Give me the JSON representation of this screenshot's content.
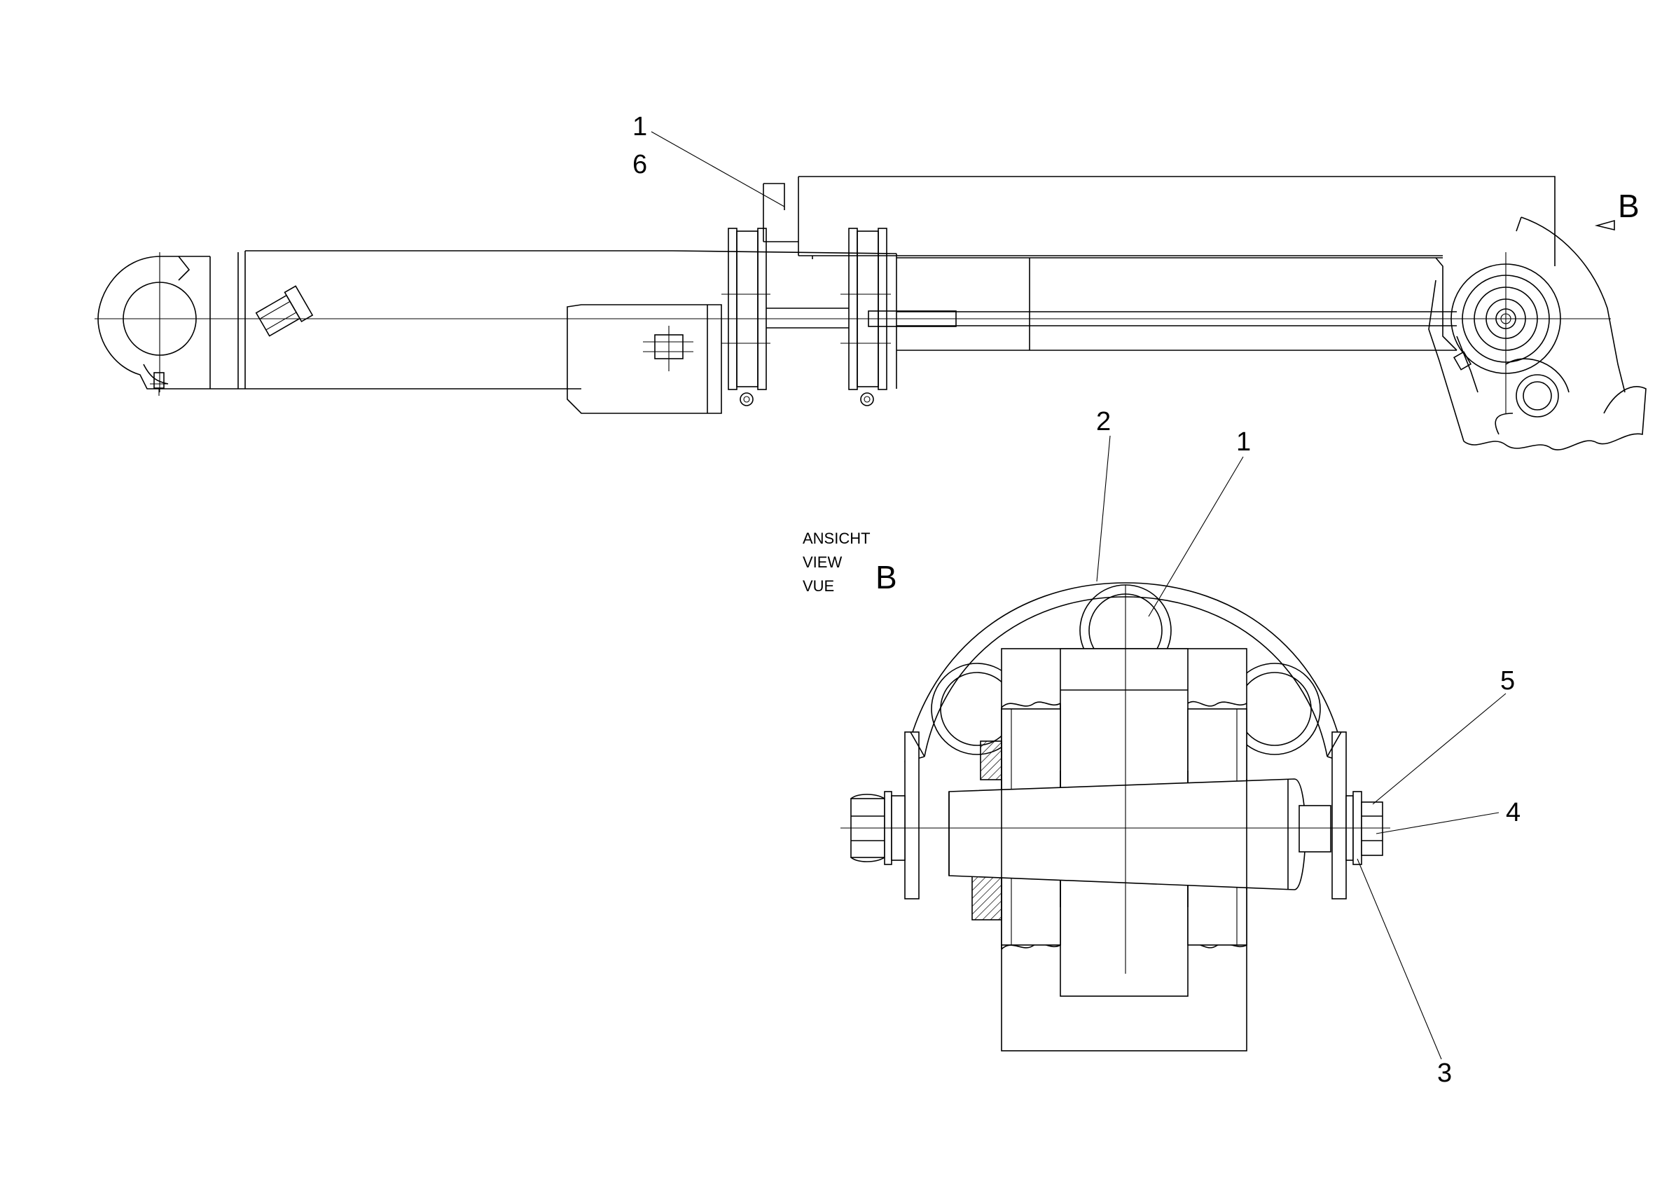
{
  "drawing": {
    "callouts_side_view": [
      {
        "id": "side-1",
        "text": "1"
      },
      {
        "id": "side-6",
        "text": "6"
      }
    ],
    "view_marker": "B",
    "view_label": {
      "words": [
        "ANSICHT",
        "VIEW",
        "VUE"
      ],
      "letter": "B"
    },
    "callouts_view_b": [
      {
        "id": "b-2",
        "text": "2"
      },
      {
        "id": "b-1",
        "text": "1"
      },
      {
        "id": "b-5",
        "text": "5"
      },
      {
        "id": "b-4",
        "text": "4"
      },
      {
        "id": "b-3",
        "text": "3"
      }
    ]
  }
}
